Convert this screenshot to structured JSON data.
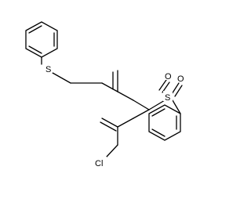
{
  "molecule": {
    "atoms": {
      "sulfur_thioether": "S",
      "sulfur_sulfonyl": "S",
      "oxygen_1": "O",
      "oxygen_2": "O",
      "chlorine": "Cl"
    }
  },
  "colors": {
    "bond": "#000000",
    "background": "#ffffff"
  }
}
